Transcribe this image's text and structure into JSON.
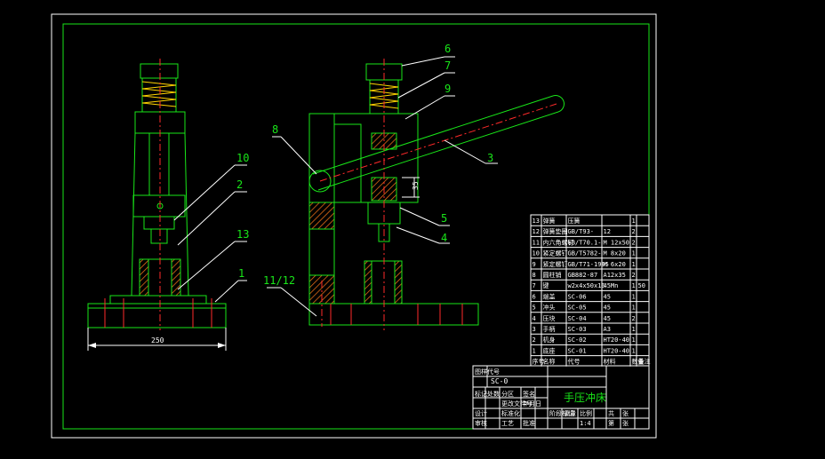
{
  "colors": {
    "background": "#000000",
    "frame": "#ffffff",
    "outline": "#19e619",
    "centerline": "#ff2a2a",
    "hatch": "#ff7a1a"
  },
  "balloons": [
    "6",
    "7",
    "9",
    "8",
    "3",
    "10",
    "2",
    "13",
    "1",
    "11/12",
    "5",
    "4"
  ],
  "dimensions": {
    "base_width": "250",
    "height_note": "35"
  },
  "parts_list": [
    {
      "no": "13",
      "name": "弹簧",
      "std": "压簧",
      "spec": "",
      "qty": "1",
      "mat": ""
    },
    {
      "no": "12",
      "name": "弹簧垫圈",
      "std": "GB/T93-",
      "spec": "12",
      "qty": "2",
      "mat": ""
    },
    {
      "no": "11",
      "name": "内六角螺钉",
      "std": "GB/T70.1-",
      "spec": "M 12x50",
      "qty": "2",
      "mat": ""
    },
    {
      "no": "10",
      "name": "紧定螺钉",
      "std": "GB/T5782-",
      "spec": "M 8x20",
      "qty": "1",
      "mat": ""
    },
    {
      "no": "9",
      "name": "紧定螺钉",
      "std": "GB/T71-1985",
      "spec": "M 6x20",
      "qty": "1",
      "mat": ""
    },
    {
      "no": "8",
      "name": "圆柱销",
      "std": "GB882-87",
      "spec": "A12x35",
      "qty": "2",
      "mat": ""
    },
    {
      "no": "7",
      "name": "键",
      "std": "w2x4x50x16",
      "spec": "45Mn",
      "qty": "1",
      "mat": "50"
    },
    {
      "no": "6",
      "name": "端盖",
      "std": "SC-06",
      "spec": "45",
      "qty": "1",
      "mat": ""
    },
    {
      "no": "5",
      "name": "冲头",
      "std": "SC-05",
      "spec": "45",
      "qty": "1",
      "mat": ""
    },
    {
      "no": "4",
      "name": "压块",
      "std": "SC-04",
      "spec": "45",
      "qty": "2",
      "mat": ""
    },
    {
      "no": "3",
      "name": "手柄",
      "std": "SC-03",
      "spec": "A3",
      "qty": "1",
      "mat": ""
    },
    {
      "no": "2",
      "name": "机身",
      "std": "SC-02",
      "spec": "HT20-40",
      "qty": "1",
      "mat": ""
    },
    {
      "no": "1",
      "name": "底座",
      "std": "SC-01",
      "spec": "HT20-40",
      "qty": "1",
      "mat": ""
    }
  ],
  "parts_header": {
    "no": "序号",
    "name": "名称",
    "std": "代号",
    "spec": "材料",
    "qty": "数量",
    "mat": "备注"
  },
  "title_block": {
    "drawing_no_label": "图样代号",
    "drawing_no": "SC-0",
    "title": "手压冲床",
    "sheet": "1:4",
    "cells": [
      "标记",
      "处数",
      "分区",
      "更改文件号",
      "签名",
      "年月日",
      "设计",
      "标准化",
      "阶段标记",
      "重量",
      "比例",
      "审核",
      "工艺",
      "批准",
      "共",
      "张",
      "第",
      "张"
    ]
  }
}
